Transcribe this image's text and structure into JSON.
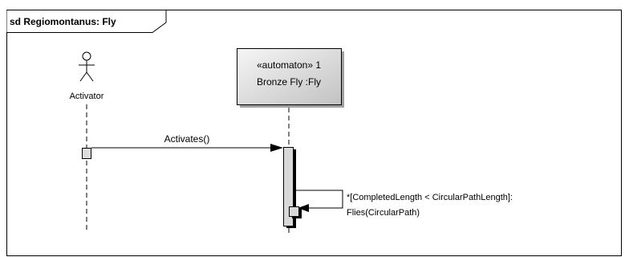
{
  "frame": {
    "title": "sd Regiomontanus: Fly"
  },
  "actor": {
    "name": "Activator"
  },
  "lifeline": {
    "stereotype": "«automaton» 1",
    "name": "Bronze Fly :Fly"
  },
  "messages": [
    {
      "label": "Activates()"
    },
    {
      "label_line1": "*[CompletedLength < CircularPathLength]:",
      "label_line2": "Flies(CircularPath)"
    }
  ],
  "colors": {
    "lifeline_box_top": "#f4f4f4",
    "lifeline_box_bottom": "#c4c4c4",
    "activation_fill": "#dcdcdc",
    "exec_fill": "#d8d8d8",
    "line": "#000000"
  }
}
